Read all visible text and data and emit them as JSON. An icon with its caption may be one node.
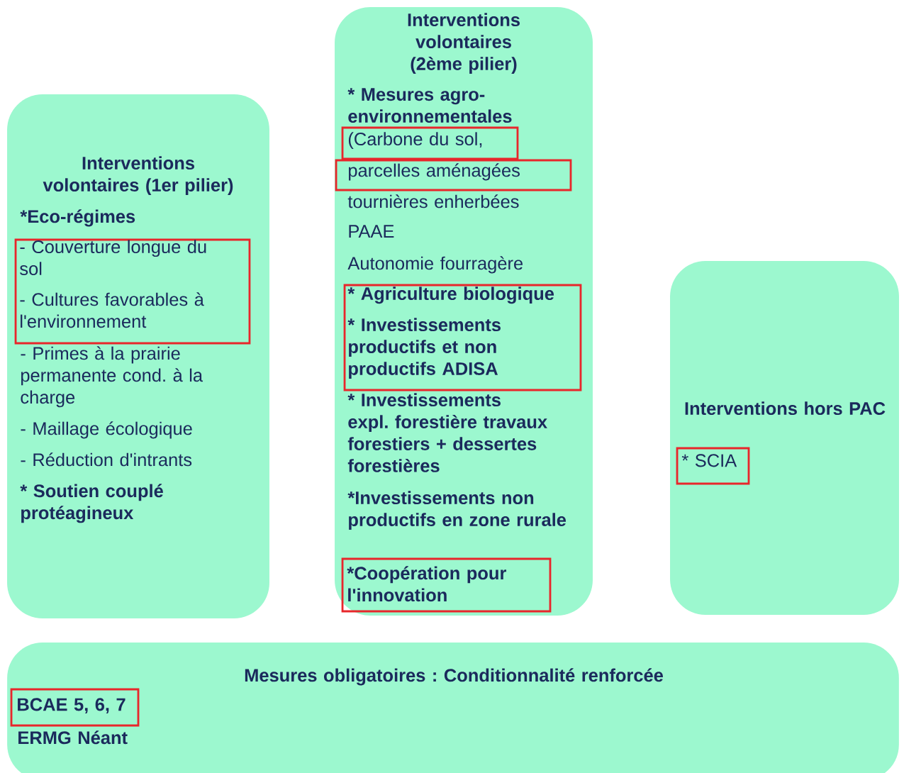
{
  "diagram": {
    "nodes": [
      {
        "text": [
          "Interventions volontaires (1er pilier)",
          "*Eco-régimes",
          "- Primes à la prairie permanente cond. à la charge",
          "- Maillage écologique",
          "- Réduction d'intrants",
          "* Soutien couplé protéagineux"
        ]
      },
      {
        "text": [
          "- Couverture longue du sol",
          "- Cultures favorables à l'environnement"
        ],
        "in": 0
      },
      {
        "text": [
          "Interventions volontaires (2ème pilier)",
          "* Mesures agro-environnementales",
          "tournières enherbées",
          "PAAE",
          "Autonomie fourragère",
          "* Investissements expl. forestière travaux forestiers + dessertes forestières",
          "*Investissements non productifs en zone rurale"
        ]
      },
      {
        "text": [
          "(Carbone du sol,"
        ],
        "in": 2
      },
      {
        "text": [
          "parcelles aménagées"
        ],
        "in": 2
      },
      {
        "text": [
          "* Agriculture biologique",
          "* Investissements productifs et non productifs ADISA"
        ],
        "in": 2
      },
      {
        "text": [
          "*Coopération pour l'innovation"
        ],
        "in": 2
      },
      {
        "text": [
          "Interventions hors PAC"
        ]
      },
      {
        "text": [
          "* SCIA"
        ],
        "in": 7
      },
      {
        "text": [
          "Mesures obligatoires : Conditionnalité renforcée",
          "ERMG Néant"
        ]
      },
      {
        "text": [
          "BCAE 5, 6, 7"
        ],
        "in": 9
      }
    ]
  }
}
